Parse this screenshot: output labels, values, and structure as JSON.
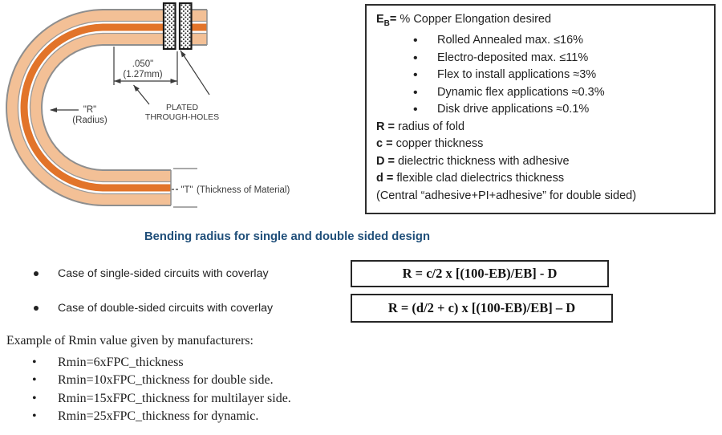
{
  "diagram": {
    "labels": {
      "dim_inch": ".050\"",
      "dim_mm": "(1.27mm)",
      "plated_line1": "PLATED",
      "plated_line2": "THROUGH-HOLES",
      "radius_line1": "\"R\"",
      "radius_line2": "(Radius)",
      "thickness_sym": "\"T\"",
      "thickness_text": "(Thickness of Material)"
    },
    "colors": {
      "peach": "#f3c096",
      "copper": "#e2742a",
      "outline": "#8e8e8e"
    }
  },
  "legend": {
    "title_sym": "E",
    "title_sub": "B",
    "title_eq": "=",
    "title_rest": "% Copper Elongation desired",
    "bullets": [
      "Rolled Annealed max. ≤16%",
      "Electro-deposited max. ≤11%",
      "Flex to install applications ≈3%",
      "Dynamic flex applications ≈0.3%",
      "Disk drive applications ≈0.1%"
    ],
    "definitions": [
      {
        "sym": "R =",
        "text": "radius of fold"
      },
      {
        "sym": "c =",
        "text": "copper thickness"
      },
      {
        "sym": "D =",
        "text": "dielectric thickness with adhesive"
      },
      {
        "sym": "d =",
        "text": "flexible clad dielectrics thickness"
      }
    ],
    "note": "(Central “adhesive+PI+adhesive” for double sided)"
  },
  "section": {
    "heading": "Bending radius for single and double sided design",
    "heading_color": "#1f4e79",
    "cases": [
      {
        "label": "Case of single-sided circuits with coverlay",
        "formula": "R = c/2 x [(100-EB)/EB] - D"
      },
      {
        "label": "Case of double-sided circuits with coverlay",
        "formula": "R = (d/2 + c) x [(100-EB)/EB] – D"
      }
    ]
  },
  "examples": {
    "heading": "Example of Rmin value given by manufacturers:",
    "items": [
      "Rmin=6xFPC_thickness",
      "Rmin=10xFPC_thickness for double side.",
      "Rmin=15xFPC_thickness for multilayer side.",
      "Rmin=25xFPC_thickness for dynamic."
    ]
  }
}
